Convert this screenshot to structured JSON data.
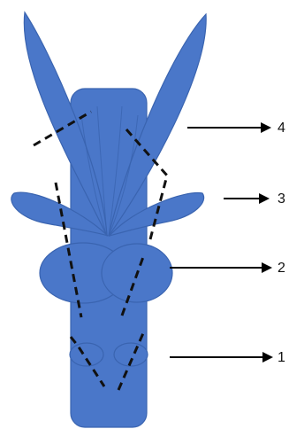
{
  "colors": {
    "structure": "#4a77c9",
    "outline": "#3a64b0",
    "dashes": "#111111",
    "arrows": "#000000"
  },
  "labels": {
    "l4": "4",
    "l3": "3",
    "l2": "2",
    "l1": "1"
  }
}
